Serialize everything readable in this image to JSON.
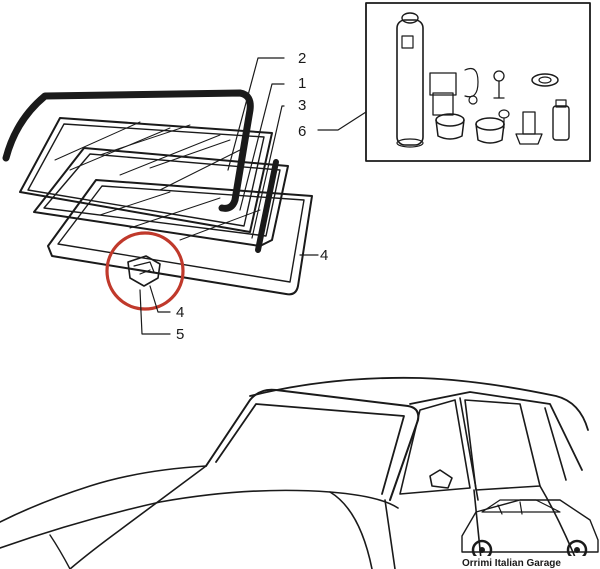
{
  "callouts": {
    "c1": "1",
    "c2": "2",
    "c3": "3",
    "c4a": "4",
    "c4b": "4",
    "c5": "5",
    "c6": "6"
  },
  "watermark": {
    "text": "Orrimi Italian Garage"
  },
  "colors": {
    "line": "#1a1a1a",
    "highlight": "#c0392b",
    "background": "#ffffff"
  }
}
